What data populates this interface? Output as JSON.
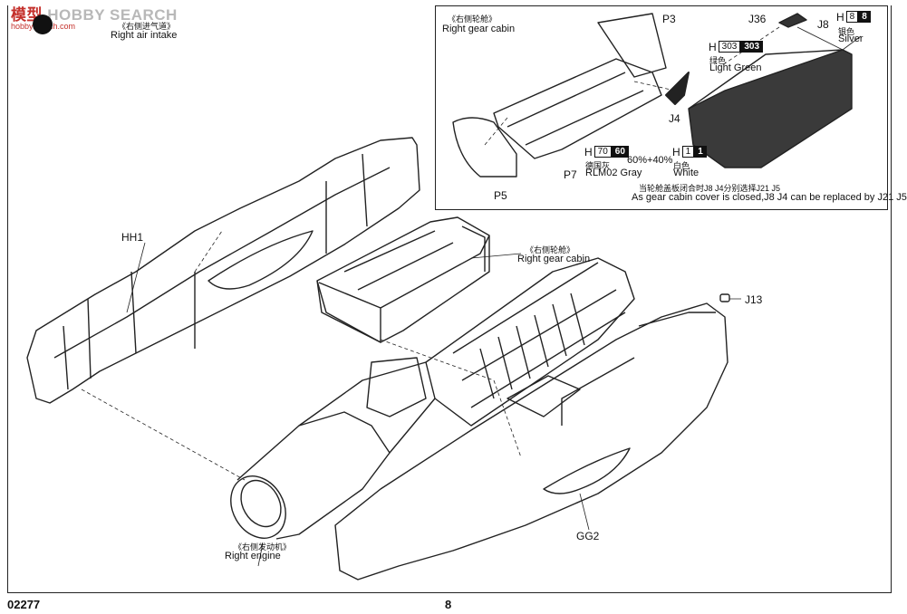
{
  "watermark": {
    "text_a": "模型",
    "text_b": "HOBBY SEARCH",
    "sub": "hobbysearch.com"
  },
  "labels": {
    "right_air_intake_cn": "《右侧进气道》",
    "right_air_intake_en": "Right air intake",
    "inset_gear_cabin_cn": "《右侧轮舱》",
    "inset_gear_cabin_en": "Right gear cabin",
    "gear_cabin_cn": "《右侧轮舱》",
    "gear_cabin_en": "Right gear cabin",
    "right_engine_cn": "《右侧发动机》",
    "right_engine_en": "Right engine",
    "note_cn": "当轮舱盖板闭合时J8 J4分别选择J21 J5",
    "note_en": "As gear cabin cover is closed,J8 J4 can be replaced by J21 J5"
  },
  "parts": {
    "p3": "P3",
    "p5": "P5",
    "p7": "P7",
    "j4": "J4",
    "j8": "J8",
    "j36": "J36",
    "hh1": "HH1",
    "gg2": "GG2",
    "j13": "J13"
  },
  "paints": {
    "light_green": {
      "h": "H",
      "n1": "303",
      "n2": "303",
      "cn": "绿色",
      "en": "Light Green"
    },
    "silver": {
      "h": "H",
      "n1": "8",
      "n2": "8",
      "cn": "银色",
      "en": "Silver"
    },
    "gray": {
      "h": "H",
      "n1": "70",
      "n2": "60",
      "cn": "德国灰",
      "en": "RLM02 Gray"
    },
    "white": {
      "h": "H",
      "n1": "1",
      "n2": "1",
      "cn": "白色",
      "en": "White"
    },
    "ratio": "60%+40%"
  },
  "footer": {
    "code": "02277",
    "page": "8"
  }
}
